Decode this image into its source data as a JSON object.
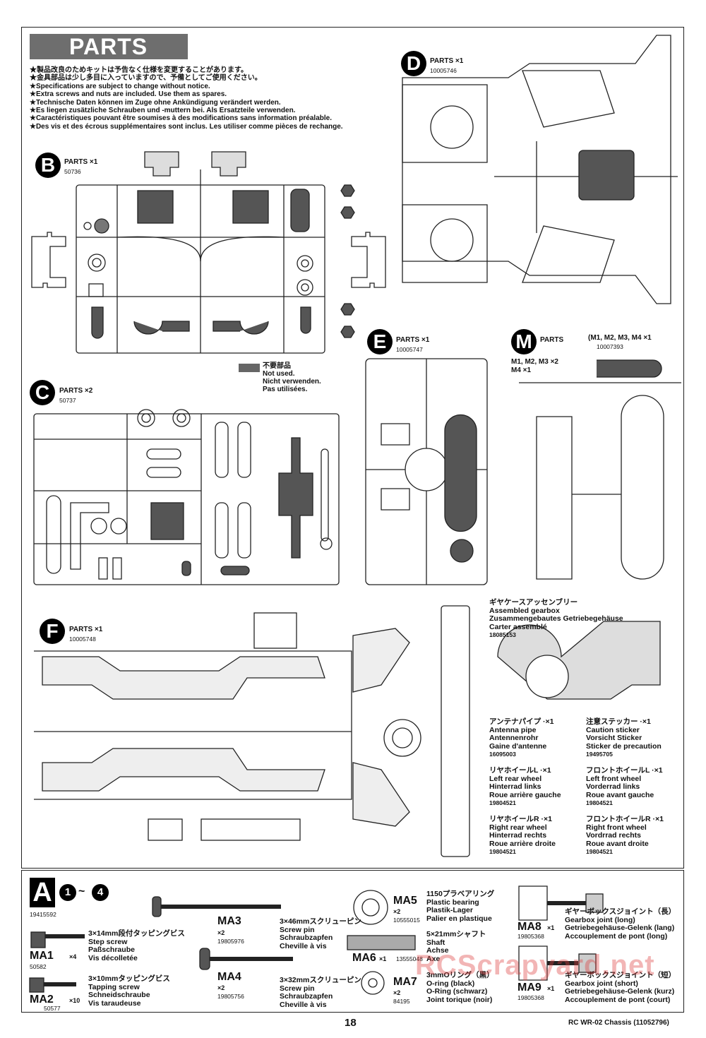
{
  "header": {
    "title": "PARTS"
  },
  "notes": [
    "★製品改良のためキットは予告なく仕様を変更することがあります。",
    "★金具部品は少し多目に入っていますので、予備としてご使用ください。",
    "★Specifications are subject to change without notice.",
    "★Extra screws and nuts are included. Use them as spares.",
    "★Technische Daten können im Zuge ohne Ankündigung verändert werden.",
    "★Es liegen zusätzliche Schrauben und -muttern bei. Als Ersatzteile verwenden.",
    "★Caractéristiques pouvant être soumises à des modifications sans information préalable.",
    "★Des vis et des écrous supplémentaires sont inclus. Les utiliser comme pièces de rechange."
  ],
  "legend": {
    "lines": [
      "不要部品",
      "Not used.",
      "Nicht verwenden.",
      "Pas utilisées."
    ]
  },
  "sprues": {
    "B": {
      "letter": "B",
      "label": "PARTS ×1",
      "code": "50736"
    },
    "C": {
      "letter": "C",
      "label": "PARTS ×2",
      "code": "50737"
    },
    "D": {
      "letter": "D",
      "label": "PARTS ×1",
      "code": "10005746"
    },
    "E": {
      "letter": "E",
      "label": "PARTS ×1",
      "code": "10005747"
    },
    "F": {
      "letter": "F",
      "label": "PARTS ×1",
      "code": "10005748"
    },
    "M": {
      "letter": "M",
      "label": "PARTS",
      "qty1": "(M1, M2, M3, M4 ×1",
      "code": "10007393",
      "qty2": "M1, M2, M3 ×2",
      "qty3": "M4 ×1"
    }
  },
  "assemblies": {
    "gearbox": {
      "lines": [
        "ギヤケースアッセンブリー",
        "Assembled gearbox",
        "Zusammengebautes Getriebegehäuse",
        "Carter assemblé",
        "18085153"
      ]
    },
    "antenna": {
      "lines": [
        "アンテナパイプ ·×1",
        "Antenna pipe",
        "Antennenrohr",
        "Gaine d'antenne",
        "16095003"
      ]
    },
    "caution": {
      "lines": [
        "注意ステッカー ·×1",
        "Caution sticker",
        "Vorsicht Sticker",
        "Sticker de precaution",
        "19495705"
      ]
    },
    "rear_left": {
      "lines": [
        "リヤホイールL ·×1",
        "Left rear wheel",
        "Hinterrad links",
        "Roue arrière gauche",
        "19804521"
      ]
    },
    "front_left": {
      "lines": [
        "フロントホイールL ·×1",
        "Left front wheel",
        "Vorderrad links",
        "Roue avant gauche",
        "19804521"
      ]
    },
    "rear_right": {
      "lines": [
        "リヤホイールR ·×1",
        "Right rear wheel",
        "Hinterrad rechts",
        "Roue arrière droite",
        "19804521"
      ]
    },
    "front_right": {
      "lines": [
        "フロントホイールR ·×1",
        "Right front wheel",
        "Vordrrad rechts",
        "Roue avant droite",
        "19804521"
      ]
    }
  },
  "bag": {
    "letter": "A",
    "step_from": "1",
    "tilde": "~",
    "step_to": "4",
    "code": "19415592",
    "items": {
      "MA1": {
        "name": "MA1",
        "qty": "×4",
        "code": "50582",
        "lines": [
          "3×14mm段付タッピングビス",
          "Step screw",
          "Paßschraube",
          "Vis décolletée"
        ]
      },
      "MA2": {
        "name": "MA2",
        "qty": "×10",
        "code": "50577",
        "lines": [
          "3×10mmタッピングビス",
          "Tapping screw",
          "Schneidschraube",
          "Vis taraudeuse"
        ]
      },
      "MA3": {
        "name": "MA3",
        "qty": "×2",
        "code": "19805976",
        "lines": [
          "3×46mmスクリューピン",
          "Screw pin",
          "Schraubzapfen",
          "Cheville à vis"
        ]
      },
      "MA4": {
        "name": "MA4",
        "qty": "×2",
        "code": "19805756",
        "lines": [
          "3×32mmスクリューピン",
          "Screw pin",
          "Schraubzapfen",
          "Cheville à vis"
        ]
      },
      "MA5": {
        "name": "MA5",
        "qty": "×2",
        "code": "10555015",
        "lines": [
          "1150プラベアリング",
          "Plastic bearing",
          "Plastik-Lager",
          "Palier en plastique"
        ]
      },
      "MA6": {
        "name": "MA6",
        "qty": "×1",
        "code": "13555048",
        "lines": [
          "5×21mmシャフト",
          "Shaft",
          "Achse",
          "Axe"
        ]
      },
      "MA7": {
        "name": "MA7",
        "qty": "×2",
        "code": "84195",
        "lines": [
          "3mmOリング（黒）",
          "O-ring (black)",
          "O-Ring (schwarz)",
          "Joint torique (noir)"
        ]
      },
      "MA8": {
        "name": "MA8",
        "qty": "×1",
        "code": "19805368",
        "lines": [
          "ギヤーボックスジョイント（長）",
          "Gearbox joint (long)",
          "Getriebegehäuse-Gelenk (lang)",
          "Accouplement de pont (long)"
        ]
      },
      "MA9": {
        "name": "MA9",
        "qty": "×1",
        "code": "19805368",
        "lines": [
          "ギヤーボックスジョイント（短）",
          "Gearbox joint (short)",
          "Getriebegehäuse-Gelenk (kurz)",
          "Accouplement de pont (court)"
        ]
      }
    }
  },
  "footer": {
    "page": "18",
    "title": "RC WR-02 Chassis (11052796)"
  },
  "watermark": "RCScrapyard.net"
}
